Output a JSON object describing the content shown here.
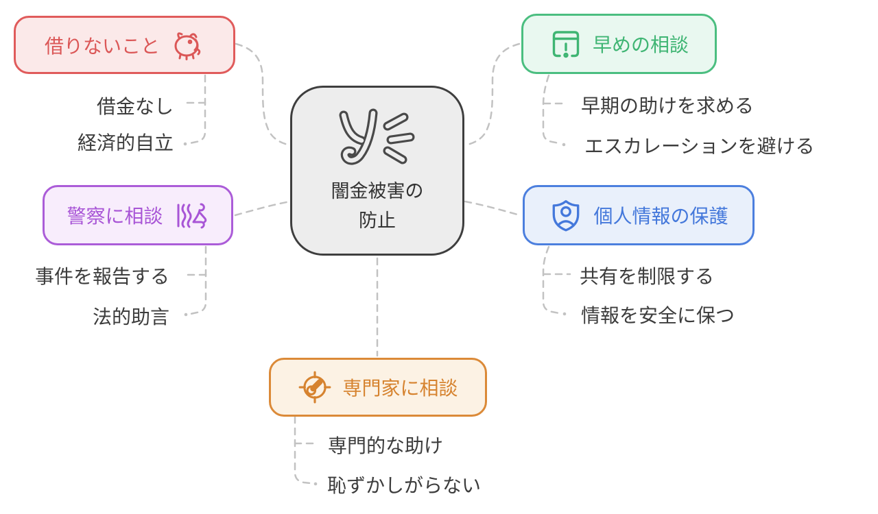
{
  "diagram": {
    "center": {
      "title_line1": "闇金被害の",
      "title_line2": "防止",
      "logo": "y-snap-logo"
    },
    "branches": [
      {
        "id": "no-borrowing",
        "label": "借りないこと",
        "icon": "piggy-bank-icon",
        "color": "#E05B5B",
        "bg": "#FBE9E9",
        "children": [
          "借金なし",
          "経済的自立"
        ]
      },
      {
        "id": "early-consultation",
        "label": "早めの相談",
        "icon": "alert-window-icon",
        "color": "#4BBE80",
        "bg": "#E9F8F0",
        "children": [
          "早期の助けを求める",
          "エスカレーションを避ける"
        ]
      },
      {
        "id": "consult-police",
        "label": "警察に相談",
        "icon": "kneeling-figure-icon",
        "color": "#AB5CD8",
        "bg": "#F8EDFC",
        "children": [
          "事件を報告する",
          "法的助言"
        ]
      },
      {
        "id": "protect-personal-info",
        "label": "個人情報の保護",
        "icon": "shield-user-icon",
        "color": "#4C7FDE",
        "bg": "#E9F0FB",
        "children": [
          "共有を制限する",
          "情報を安全に保つ"
        ]
      },
      {
        "id": "consult-experts",
        "label": "専門家に相談",
        "icon": "gauge-icon",
        "color": "#DB8A38",
        "bg": "#FCF2E4",
        "children": [
          "専門的な助け",
          "恥ずかしがらない"
        ]
      }
    ],
    "connector_color": "#C2C2C2",
    "center_border_color": "#3E3E3E",
    "center_bg": "#EDEDED",
    "text_color": "#3C3C3C"
  }
}
